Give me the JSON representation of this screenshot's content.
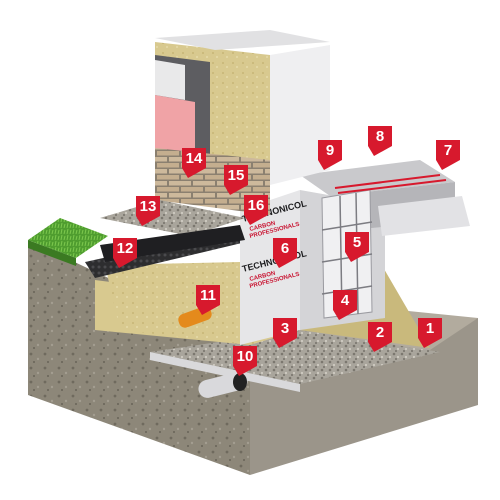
{
  "diagram": {
    "brand_name": "TECHNONICOL",
    "brand_subtitle_1": "CARBON",
    "brand_subtitle_2": "PROFESSIONALS",
    "labels": [
      "1",
      "2",
      "3",
      "4",
      "5",
      "6",
      "7",
      "8",
      "9",
      "10",
      "11",
      "12",
      "13",
      "14",
      "15",
      "16"
    ],
    "colors": {
      "tag_red": "#d7192d",
      "soil": "#8d8779",
      "gravel": "#a9a59c",
      "insulation": "#d8c98f",
      "xps_board": "#e9e9eb",
      "grass": "#4f9d2f",
      "brick": "#c9b69a"
    }
  }
}
